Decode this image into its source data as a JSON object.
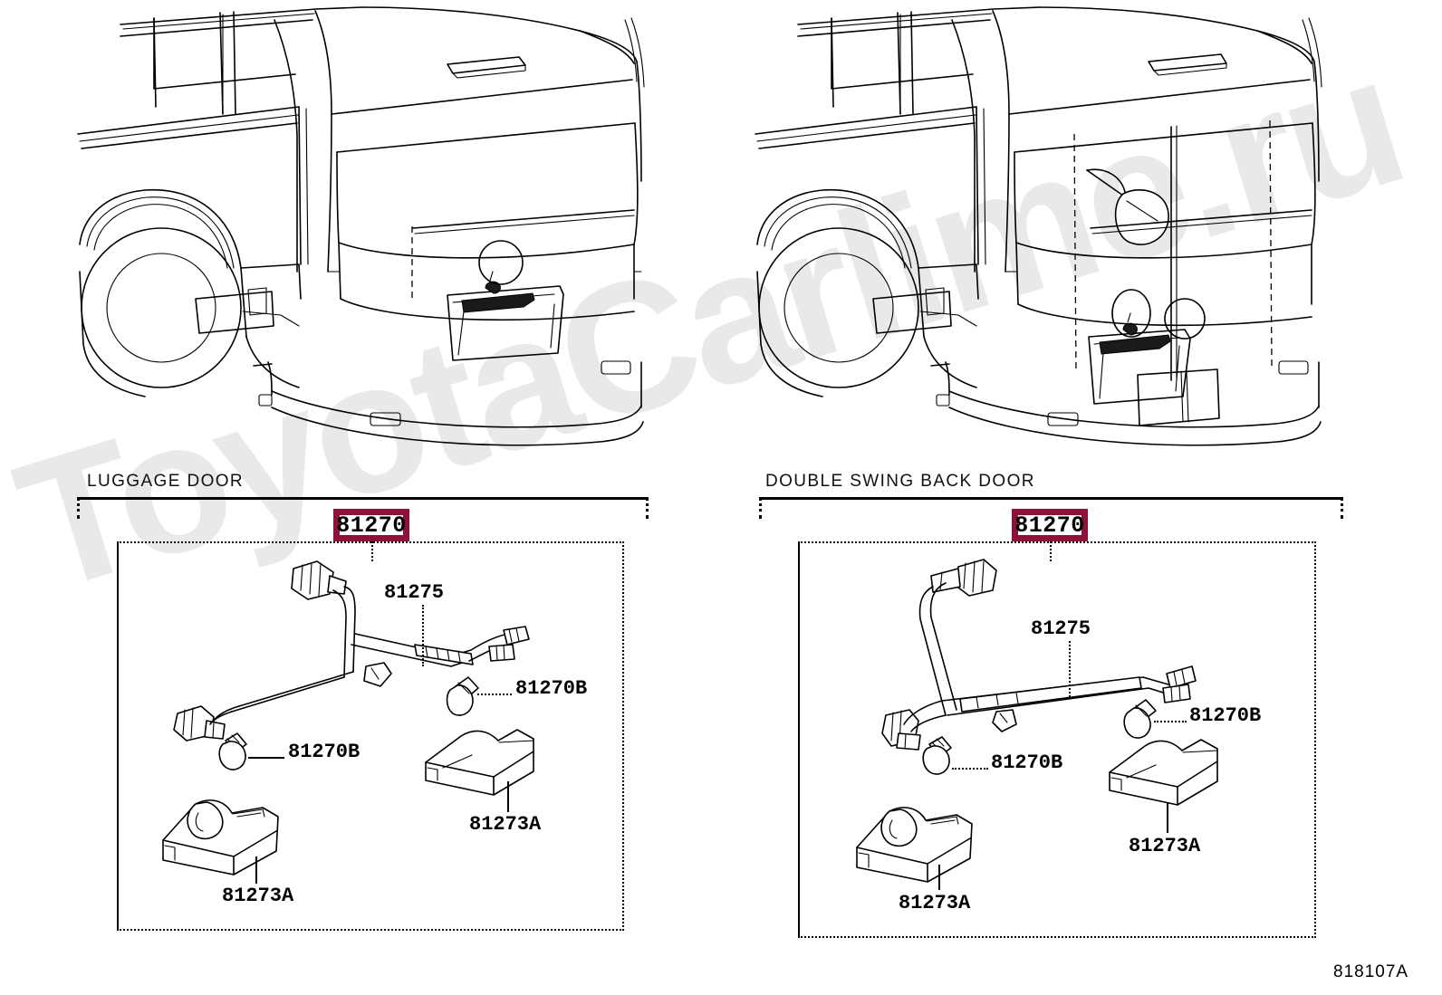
{
  "diagram": {
    "code": "818107A",
    "highlight_color": "#8e1138",
    "watermark_text": "ToyotaCarlime.ru"
  },
  "sections": [
    {
      "id": "luggage-door",
      "title": "LUGGAGE DOOR",
      "highlight_part": "81270",
      "callouts": [
        {
          "id": "harness",
          "label": "81275"
        },
        {
          "id": "bulb-upper",
          "label": "81270B"
        },
        {
          "id": "bulb-lower",
          "label": "81270B"
        },
        {
          "id": "lens-right",
          "label": "81273A"
        },
        {
          "id": "lens-left",
          "label": "81273A"
        }
      ]
    },
    {
      "id": "double-swing-back-door",
      "title": "DOUBLE SWING BACK DOOR",
      "highlight_part": "81270",
      "callouts": [
        {
          "id": "harness",
          "label": "81275"
        },
        {
          "id": "bulb-upper",
          "label": "81270B"
        },
        {
          "id": "bulb-lower",
          "label": "81270B"
        },
        {
          "id": "lens-right",
          "label": "81273A"
        },
        {
          "id": "lens-left",
          "label": "81273A"
        }
      ]
    }
  ]
}
